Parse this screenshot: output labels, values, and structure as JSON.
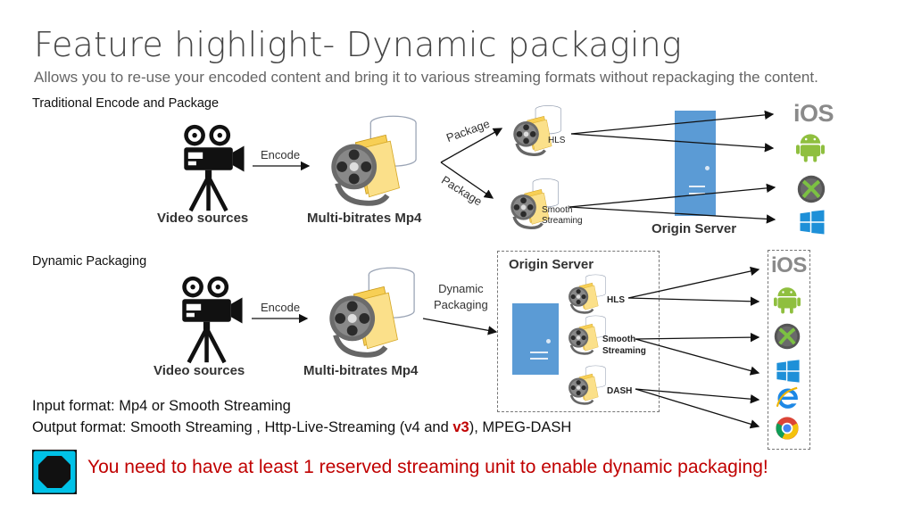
{
  "title": "Feature highlight- Dynamic packaging",
  "subtitle": "Allows you to re-use your encoded content and bring it to various streaming formats without repackaging the content.",
  "traditional": {
    "heading": "Traditional Encode and Package",
    "video_sources": "Video sources",
    "encode": "Encode",
    "mp4": "Multi-bitrates Mp4",
    "package_1": "Package",
    "package_2": "Package",
    "hls": "HLS",
    "smooth_line1": "Smooth",
    "smooth_line2": "Streaming",
    "origin_server": "Origin Server",
    "clients": [
      "ios-logo",
      "android-icon",
      "xbox-icon",
      "windows-icon"
    ]
  },
  "dynamic": {
    "heading": "Dynamic Packaging",
    "video_sources": "Video sources",
    "encode": "Encode",
    "mp4": "Multi-bitrates Mp4",
    "dynamic_line1": "Dynamic",
    "dynamic_line2": "Packaging",
    "origin_server": "Origin Server",
    "hls": "HLS",
    "smooth_line1": "Smooth",
    "smooth_line2": "Streaming",
    "dash": "DASH",
    "clients": [
      "ios-logo",
      "android-icon",
      "xbox-icon",
      "windows-icon",
      "ie-icon",
      "chrome-icon"
    ]
  },
  "formats": {
    "input": "Input format: Mp4 or Smooth Streaming",
    "output_prefix": "Output format: Smooth Streaming , Http-Live-Streaming (v4 and ",
    "output_highlight": "v3",
    "output_suffix": "), MPEG-DASH"
  },
  "warning": "You need to have at least 1 reserved streaming unit to enable dynamic packaging!",
  "ios_text": "iOS",
  "colors": {
    "accent_red": "#c00000",
    "server_blue": "#5b9bd5",
    "stop_sign_bg": "#00c2e8"
  }
}
